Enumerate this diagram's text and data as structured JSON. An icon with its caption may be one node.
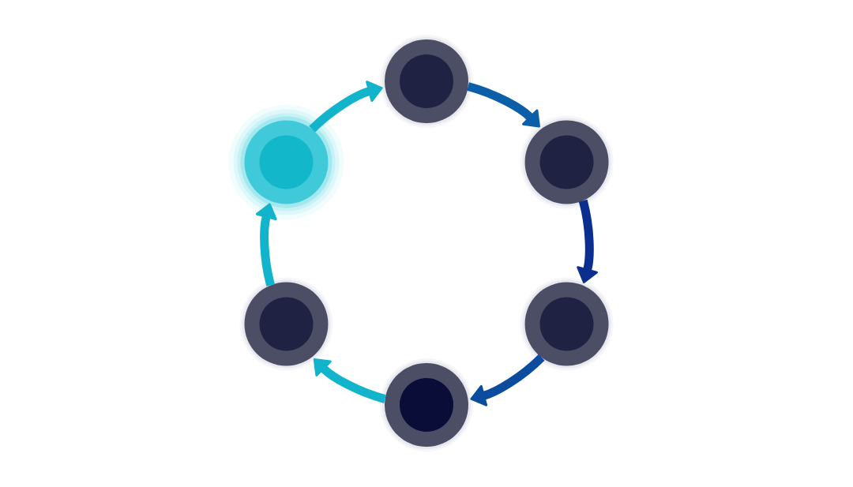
{
  "diagram": {
    "nodes": [
      {
        "text": [],
        "shape": "circle"
      },
      {
        "text": [],
        "shape": "circle"
      },
      {
        "text": [],
        "shape": "circle"
      },
      {
        "text": [],
        "shape": "circle"
      },
      {
        "text": [],
        "shape": "circle"
      },
      {
        "text": [],
        "shape": "circle"
      }
    ],
    "edges": [
      {
        "from": 1,
        "to": 0,
        "arrow": "to",
        "color": "#12b4cc"
      },
      {
        "from": 0,
        "to": 2,
        "arrow": "to",
        "color": "#0b5ea8"
      },
      {
        "from": 2,
        "to": 4,
        "arrow": "to",
        "color": "#0a2f8e"
      },
      {
        "from": 4,
        "to": 5,
        "arrow": "to",
        "color": "#0b4c9f"
      },
      {
        "from": 5,
        "to": 3,
        "arrow": "to",
        "color": "#12b4cc"
      },
      {
        "from": 3,
        "to": 1,
        "arrow": "to",
        "color": "#12b4cc"
      }
    ]
  }
}
